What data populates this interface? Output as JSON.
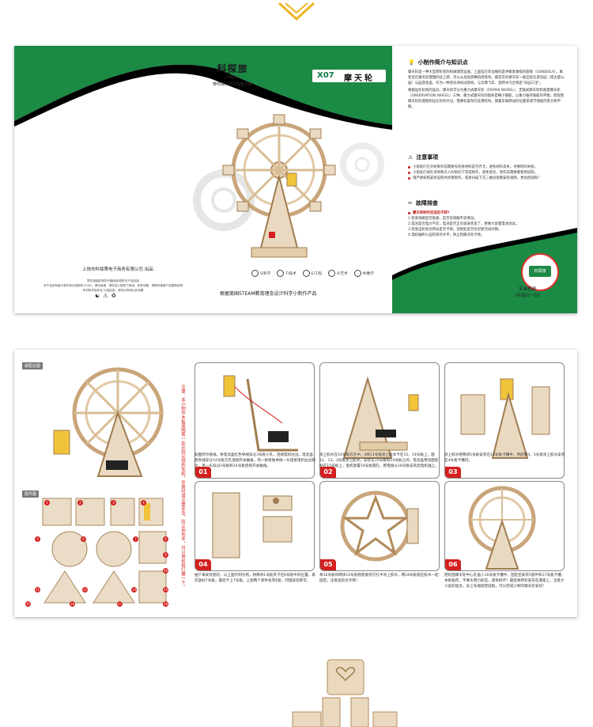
{
  "top_brochure": {
    "logo": {
      "main": "科探旅",
      "sub": "EXPERLY",
      "slogan": "带你进入科学探索之旅"
    },
    "product": {
      "code": "X07",
      "name": "摩天轮"
    },
    "company": "上饶市科探策电子商务有限公司 出品",
    "fineprint": [
      "零件组装前请先仔细阅读说明书/产品包装",
      "本产品含有细小零件和尖锐部件(CGD)，请勿吞食，请在成人指导下使用，如有问题，请联系客服产品更换说明",
      "本材料环保安全 已经检测，请勿在有明火处放置"
    ],
    "features": [
      "S/科学",
      "T/技术",
      "E/工程",
      "A/艺术",
      "M/数学"
    ],
    "steam_line": "根据美国STEAM教育理念设计科学小制作产品",
    "intro": {
      "heading": "小制作简介与知识点",
      "paragraphs": [
        "摩天轮是一种大型转轮状的机械建筑设施，上面挂在轮边缘的是供乘客乘搭的座舱（GONDOLA），乘客坐在摩天轮慢慢的往上转，可以从高处俯瞰四周景色。最常见的摩天轮一般出现在游乐园（或主题公园）与园游会里，作为一种游乐场机动游戏，与云霄飞车、旋转木马合称是\"乐园三宝\"。",
        "根据运作机构的差异，摩天轮可分为重力式摩天轮（FERRIS WHEEL）、无辐式摩天轮和观景摩天轮（OBSERVATION WHEEL）三种。重力式摩天轮的辐条是细小钢缆，以重力维持钢缆的平衡；而观景摩天轮的座舱则设在轮的外边，需要较复杂的支撑结构，随着车厢转动的位置来调节钢缆的受力和平衡。"
      ]
    },
    "notes": {
      "heading": "注意事项",
      "items": [
        "小朋友们在开始制作前需要先检查材料是否齐全，避免材料丢失，导致制作失败。",
        "小朋友们请在老师和大人的陪同下完成制作，避免受伤，制作前需要看使用说明。",
        "请严格按照安装说明书步骤制作，或者扫描下方二维码观看安装视频，更加直观呢！"
      ]
    },
    "trouble": {
      "heading": "故障排查",
      "question": "摩天轮制作完成后不转?",
      "items": [
        "1.检查线路是否接通，是否有接触不良情况。",
        "2.电池是否电力不足，电池是否正负极安装反了，更换大容量电池试试。",
        "3.检查齿轮啮合转动是否卡顿，连接处是否有足够活动间隙。",
        "4.电机轴和小齿轮保持水平，防止和摩天轮卡顿。"
      ]
    },
    "install_video": {
      "badge": "科探旅",
      "label_1": "安装视频",
      "label_2": "(抖音扫一扫)"
    }
  },
  "instruction_sheet": {
    "overview_tag": "装配总图",
    "parts_tag": "配件图",
    "vertical_note": "注意：本小制作木板周围有一些比较尖锐的毛刺，安装时请注意安全，防止划伤手，可以用砂纸打磨一下。",
    "steps": [
      {
        "num": "01",
        "caption": "如图所示接线，将电池盒红色导线穿过3号板小孔，连接电机左边，电池盒黑色线穿过14号板方孔连接开关触角，另一根单独导线一头连接电机右边铜片，另一头穿过3号板和14号板连接开关触角。"
      },
      {
        "num": "02",
        "caption": "涂上胶水在14号板方孔中，4块11号板涂上胶水卡在15、14号板上，面12、13、3号板涂上胶水，安装在15号板和14号板之间。电池盒用双面胶贴在15号板上，电机放置14号板圆孔，把电线从18号板安装后电机轴上。"
      },
      {
        "num": "03",
        "caption": "涂上胶水把两块5号板安装在14号板卡槽中，然后那4、5号板涂上胶水安装在4号板卡槽内。"
      },
      {
        "num": "04",
        "caption": "抽下来安装底轮，以上图示例为例，将两块1号板夹卡在8号板中间位置，再先放好7号板，最后卡上7号板。上图两个部件各有6套，同理安装即可。"
      },
      {
        "num": "05",
        "caption": "将16号板和两块10号板稳稳套到方孔中涂上胶水，两18号板套在胶水一起固定。注意齿轮对齐哦！"
      },
      {
        "num": "06",
        "caption": "把轮面摩天轮中心孔插入16号板卡槽中，固定后安装5部件和17号板卡槽，本板粘牢，不要太用力胶压，避免损坏！最后将转轮安装在底座上，注意大小齿轮啮合，穿上车厢就完成啦，可以完成小制作摩天轮安装！"
      }
    ],
    "parts_numbers": [
      "1",
      "2",
      "3",
      "4",
      "5",
      "6",
      "7",
      "8",
      "9",
      "10",
      "11",
      "12",
      "13",
      "14",
      "15",
      "16",
      "17",
      "18"
    ]
  },
  "colors": {
    "brand_green": "#1b8a45",
    "accent_red": "#d42020",
    "gear_gray": "#e6e6e6",
    "wood": "#e9d9c0"
  }
}
